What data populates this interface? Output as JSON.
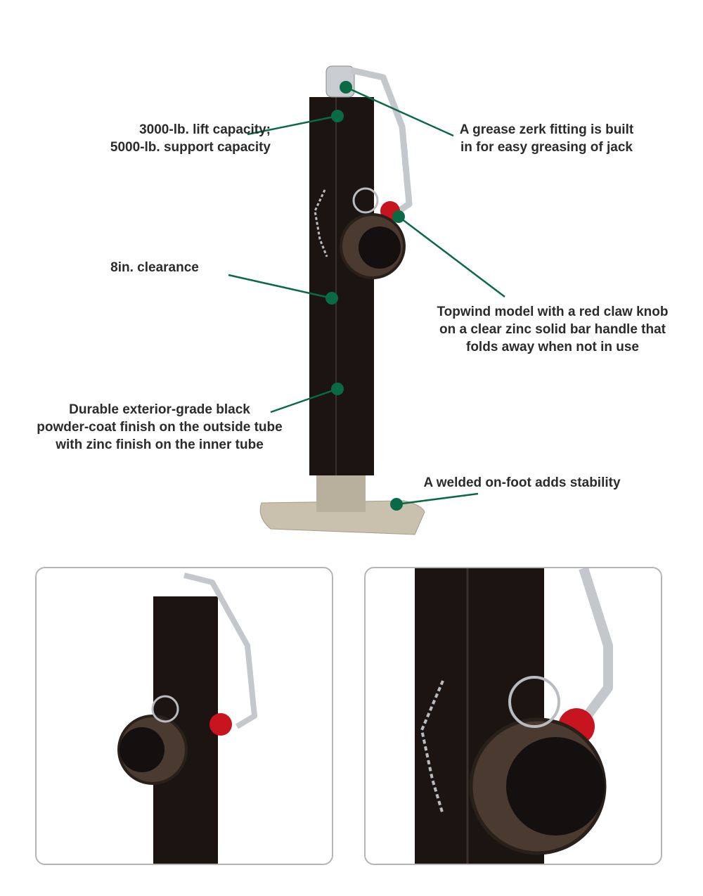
{
  "accent_color": "#0b6a46",
  "callouts": {
    "capacity": [
      "3000-lb. lift capacity;",
      "5000-lb. support capacity"
    ],
    "grease": [
      "A grease zerk fitting is built",
      "in for easy greasing of jack"
    ],
    "clearance": [
      "8in. clearance"
    ],
    "topwind": [
      "Topwind model with a red claw knob",
      "on a clear zinc solid bar handle that",
      "folds away when not in use"
    ],
    "finish": [
      "Durable exterior-grade black",
      "powder-coat finish on the outside tube",
      "with zinc finish on the inner tube"
    ],
    "foot": [
      "A welded on-foot adds stability"
    ]
  }
}
